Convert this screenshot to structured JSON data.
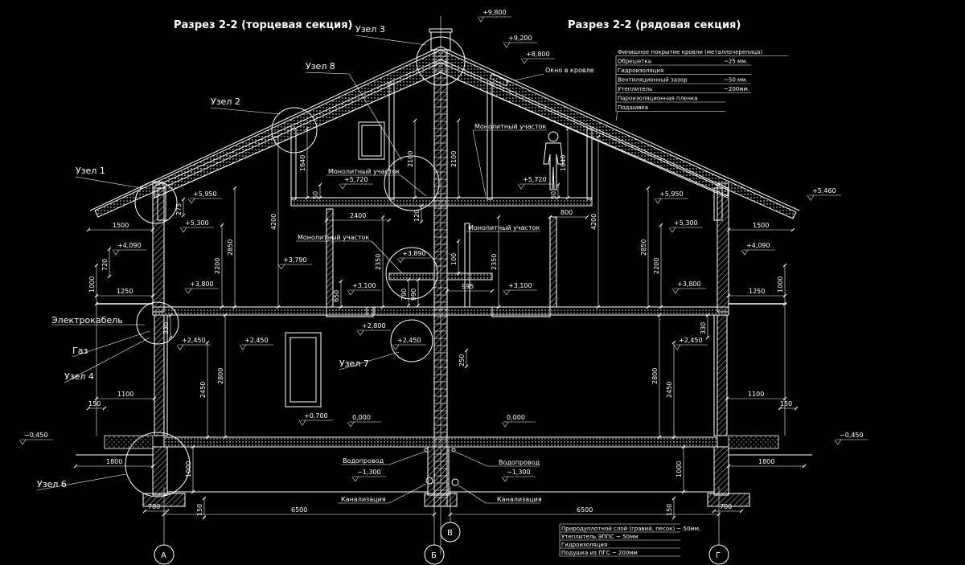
{
  "titles": {
    "left": "Разрез 2-2 (торцевая секция)",
    "right": "Разрез 2-2 (рядовая секция)"
  },
  "nodes": {
    "n1": "Узел 1",
    "n2": "Узел 2",
    "n3": "Узел 3",
    "n4": "Узел 4",
    "n6": "Узел 6",
    "n7": "Узел 7",
    "n8": "Узел 8"
  },
  "labels": {
    "gas": "Газ",
    "cable": "Электрокабель",
    "window_roof": "Окно в кровле",
    "monolith": "Монолитный участок",
    "water": "Водопровод",
    "sewer": "Канализация"
  },
  "roof_spec": [
    "Финишное покрытие кровли (металлочерепица)",
    "Обрешетка",
    "Гидроизоляция",
    "Вентиляционный зазор",
    "Утеплитель",
    "Пароизоляционная пленка",
    "Подшивка"
  ],
  "roof_spec_values": [
    "",
    "~25 мм.",
    "",
    "~50 мм.",
    "~200мм.",
    "",
    ""
  ],
  "floor_spec": [
    "Природуплотной слой (гравий, песок) ~ 50мм.",
    "Утеплитель ЭППС ~ 50мм",
    "Гидроизоляция",
    "Подушка из ПГС ~ 200мм"
  ],
  "axes": [
    "А",
    "Б",
    "В",
    "Г"
  ],
  "levels": {
    "l9800": "+9,800",
    "l9200": "+9,200",
    "l8800": "+8,800",
    "l5950": "+5,950",
    "l5300": "+5,300",
    "l5720": "+5,720",
    "l5460": "+5,460",
    "l4090": "+4,090",
    "l3790": "+3,790",
    "l3890": "+3,890",
    "l3800": "+3,800",
    "l3100": "+3,100",
    "l2800": "+2,800",
    "l2450": "+2,450",
    "l0700": "+0,700",
    "l0000": "0,000",
    "lm0450": "−0,450",
    "lm1300": "−1,300"
  },
  "dims": {
    "d6500": "6500",
    "d1500": "1500",
    "d1800": "1800",
    "d1250": "1250",
    "d1100": "1100",
    "d150": "150",
    "d700": "700",
    "d1000": "1000",
    "d2850": "2850",
    "d2200": "2200",
    "d4200": "4200",
    "d2800": "2800",
    "d2450": "2450",
    "d2350": "2350",
    "d2400": "2400",
    "d800": "800",
    "d995": "995",
    "d1640": "1640",
    "d2100": "2100",
    "d50": "50",
    "d330": "330",
    "d100": "100",
    "d120": "120",
    "d250": "250",
    "d650": "650",
    "d790": "790",
    "d990": "990",
    "d720": "720",
    "d275": "275"
  }
}
